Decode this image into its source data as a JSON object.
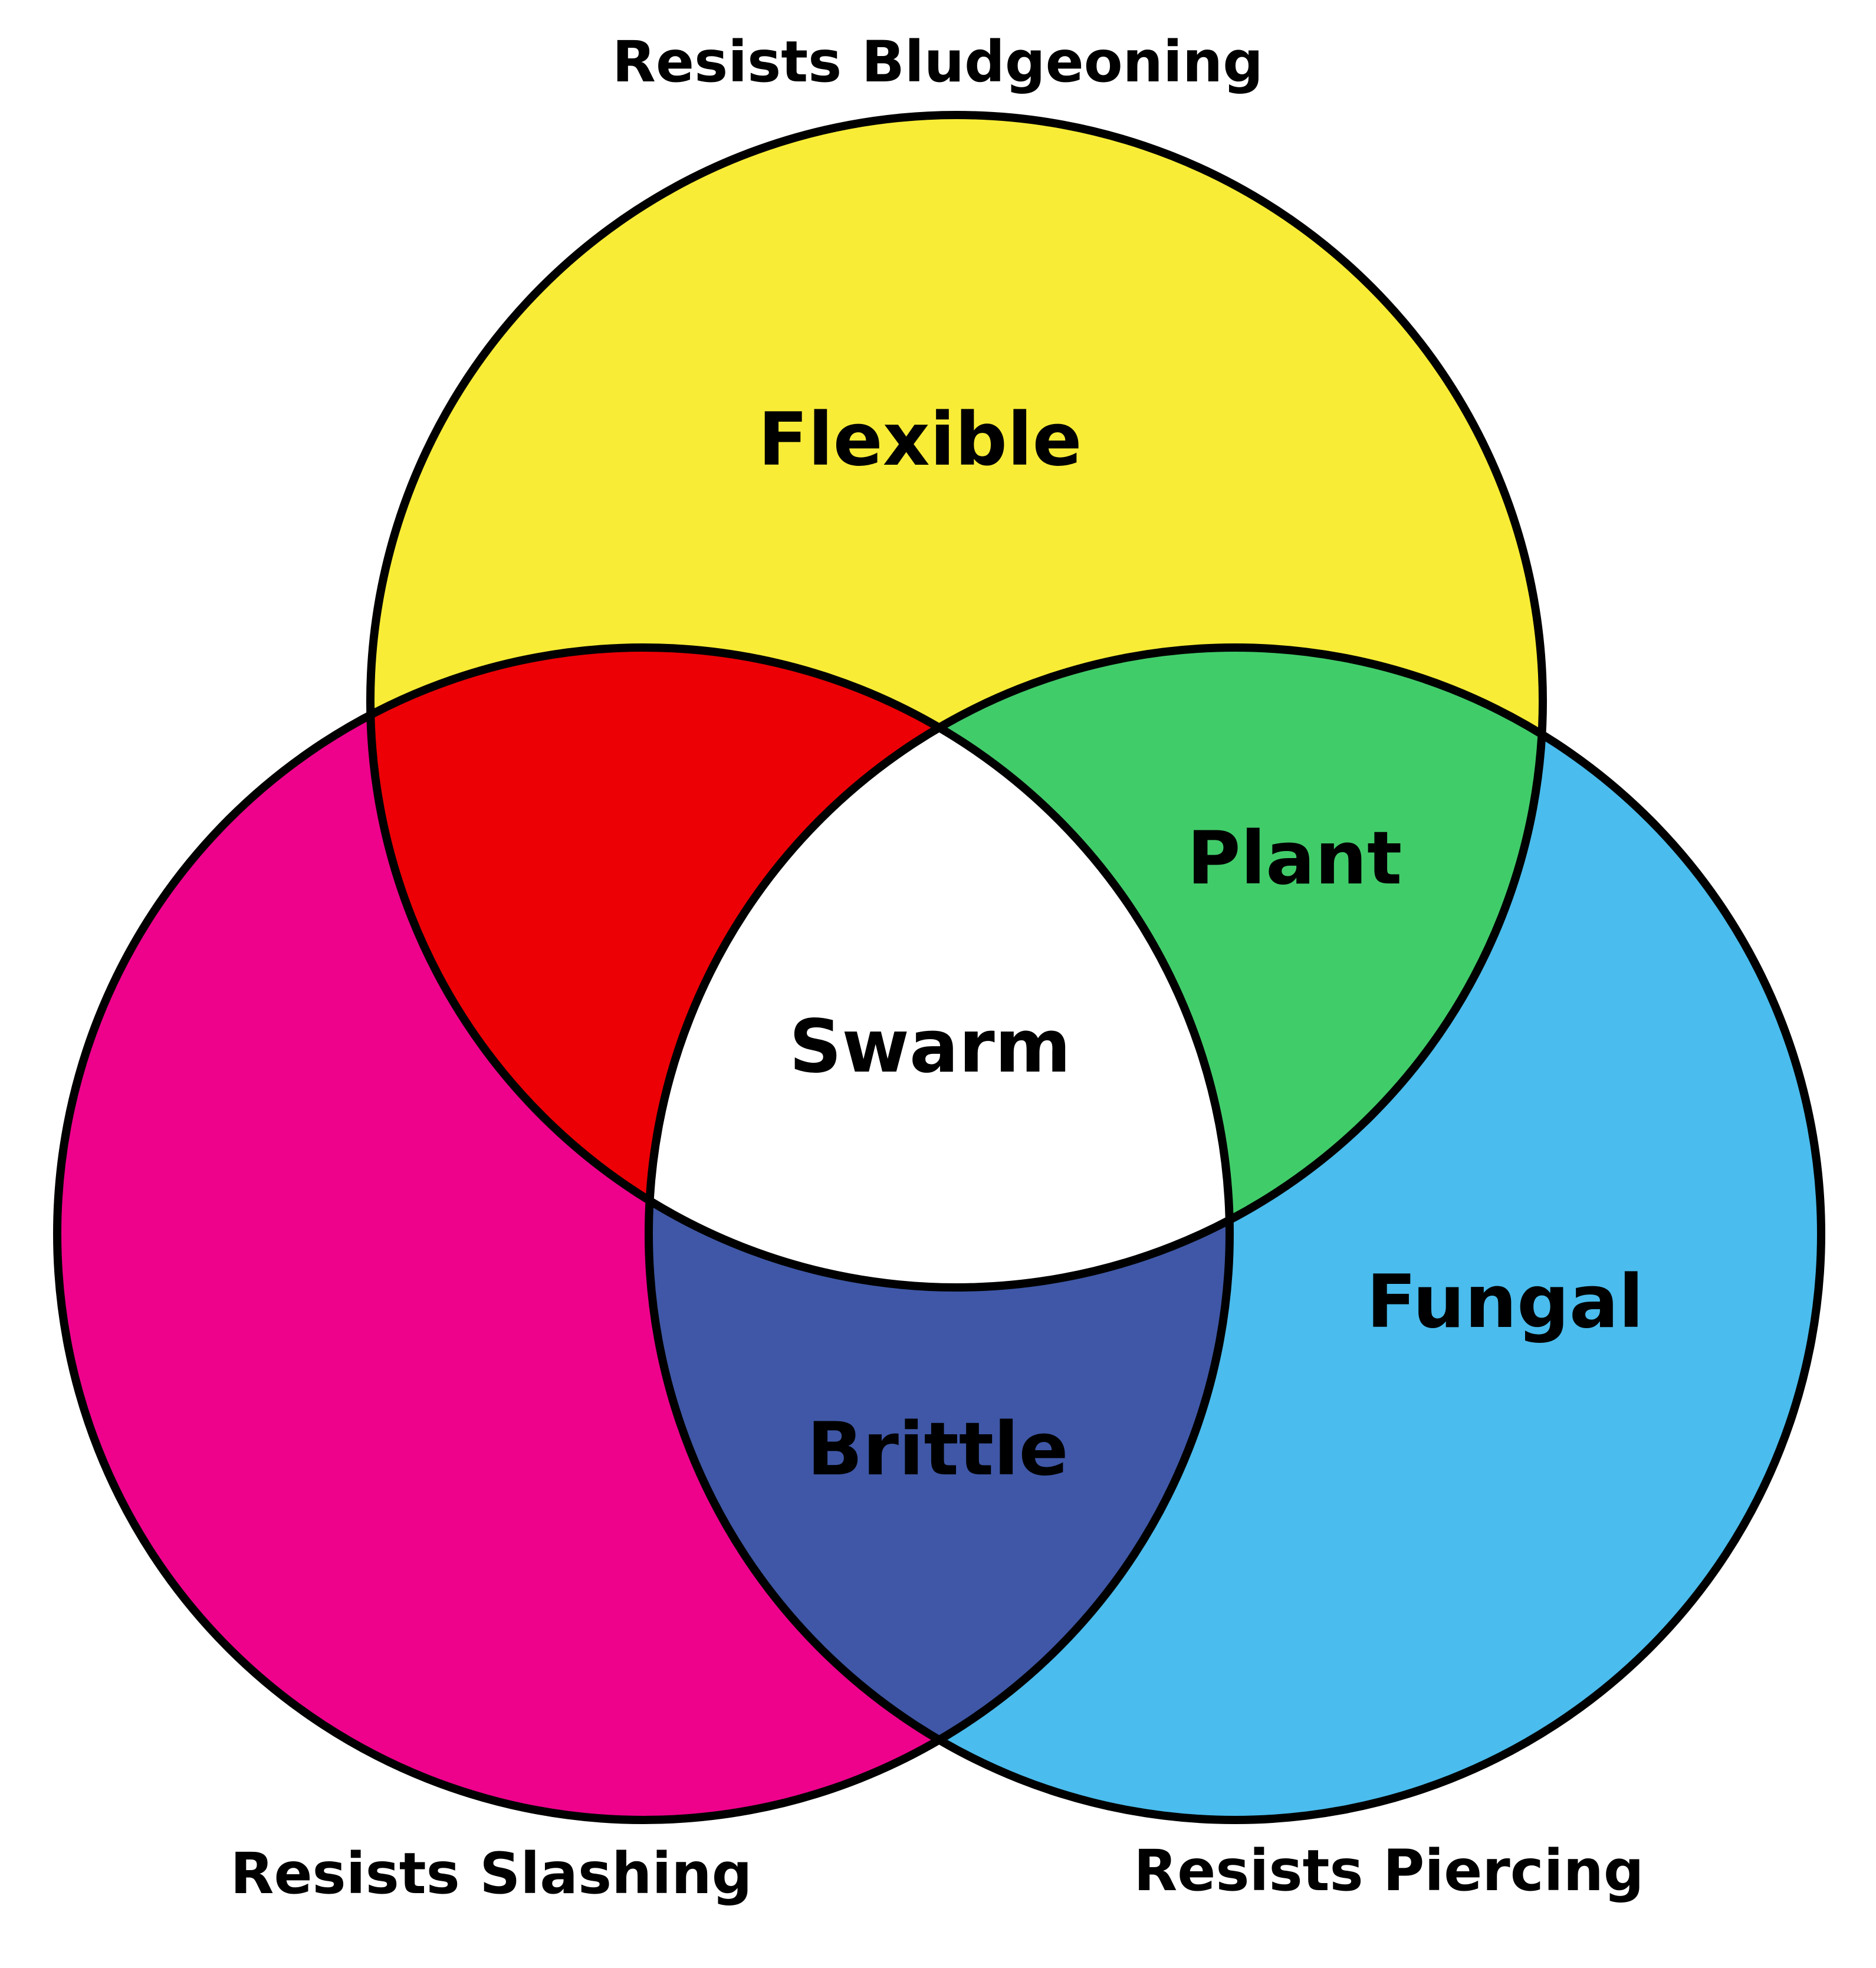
{
  "sets": {
    "top": {
      "label": "Resists Bludgeoning",
      "color": "#F8EC36"
    },
    "left": {
      "label": "Resists Slashing",
      "color": "#EE028C"
    },
    "right": {
      "label": "Resists Piercing",
      "color": "#4ABCED"
    }
  },
  "regions": {
    "top_only": {
      "label": "Flexible",
      "color": "#F8EC36"
    },
    "top_right": {
      "label": "Plant",
      "color": "#41CC6A"
    },
    "right_only": {
      "label": "Fungal",
      "color": "#4ABCED"
    },
    "left_right": {
      "label": "Brittle",
      "color": "#3F57A6"
    },
    "all_three": {
      "label": "Swarm",
      "color": "#FFFFFF"
    },
    "left_top": {
      "label": "",
      "color": "#EC0006"
    },
    "left_only": {
      "label": "",
      "color": "#EE028C"
    }
  },
  "outline_color": "#000000"
}
